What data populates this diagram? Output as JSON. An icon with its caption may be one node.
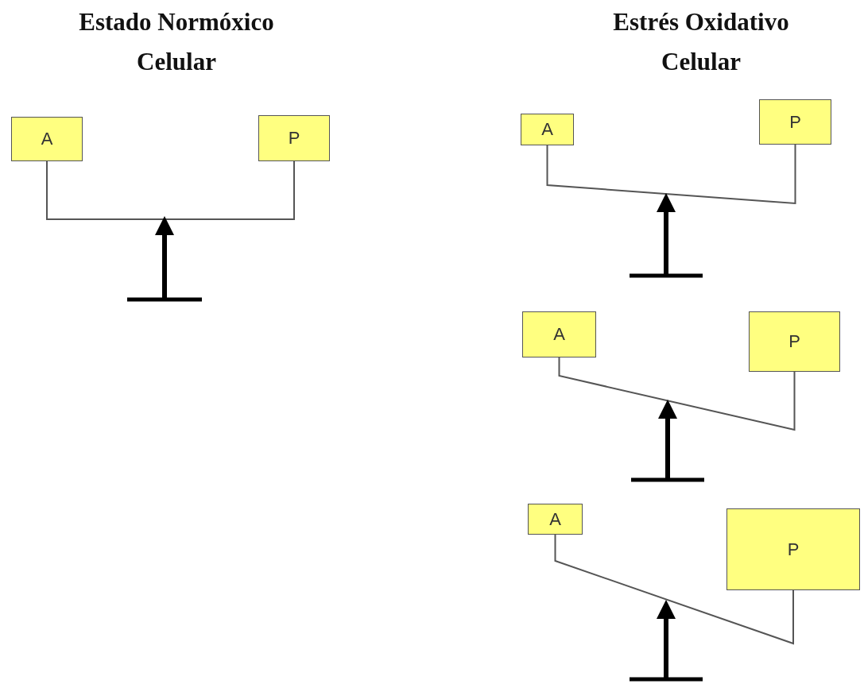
{
  "diagram": {
    "nodes": [
      {
        "text": [
          "A"
        ]
      },
      {
        "text": [
          "P"
        ]
      },
      {
        "text": [
          "A"
        ]
      },
      {
        "text": [
          "P"
        ]
      },
      {
        "text": [
          "A"
        ]
      },
      {
        "text": [
          "P"
        ]
      },
      {
        "text": [
          "A"
        ]
      },
      {
        "text": [
          "P"
        ]
      }
    ],
    "edges": [
      {
        "from": 0,
        "to": 1,
        "arrow": "none"
      },
      {
        "from": 2,
        "to": 3,
        "arrow": "none"
      },
      {
        "from": 4,
        "to": 5,
        "arrow": "none"
      },
      {
        "from": 6,
        "to": 7,
        "arrow": "none"
      }
    ],
    "labels": [
      "Estado Normóxico Celular",
      "Estrés Oxidativo Celular"
    ]
  }
}
